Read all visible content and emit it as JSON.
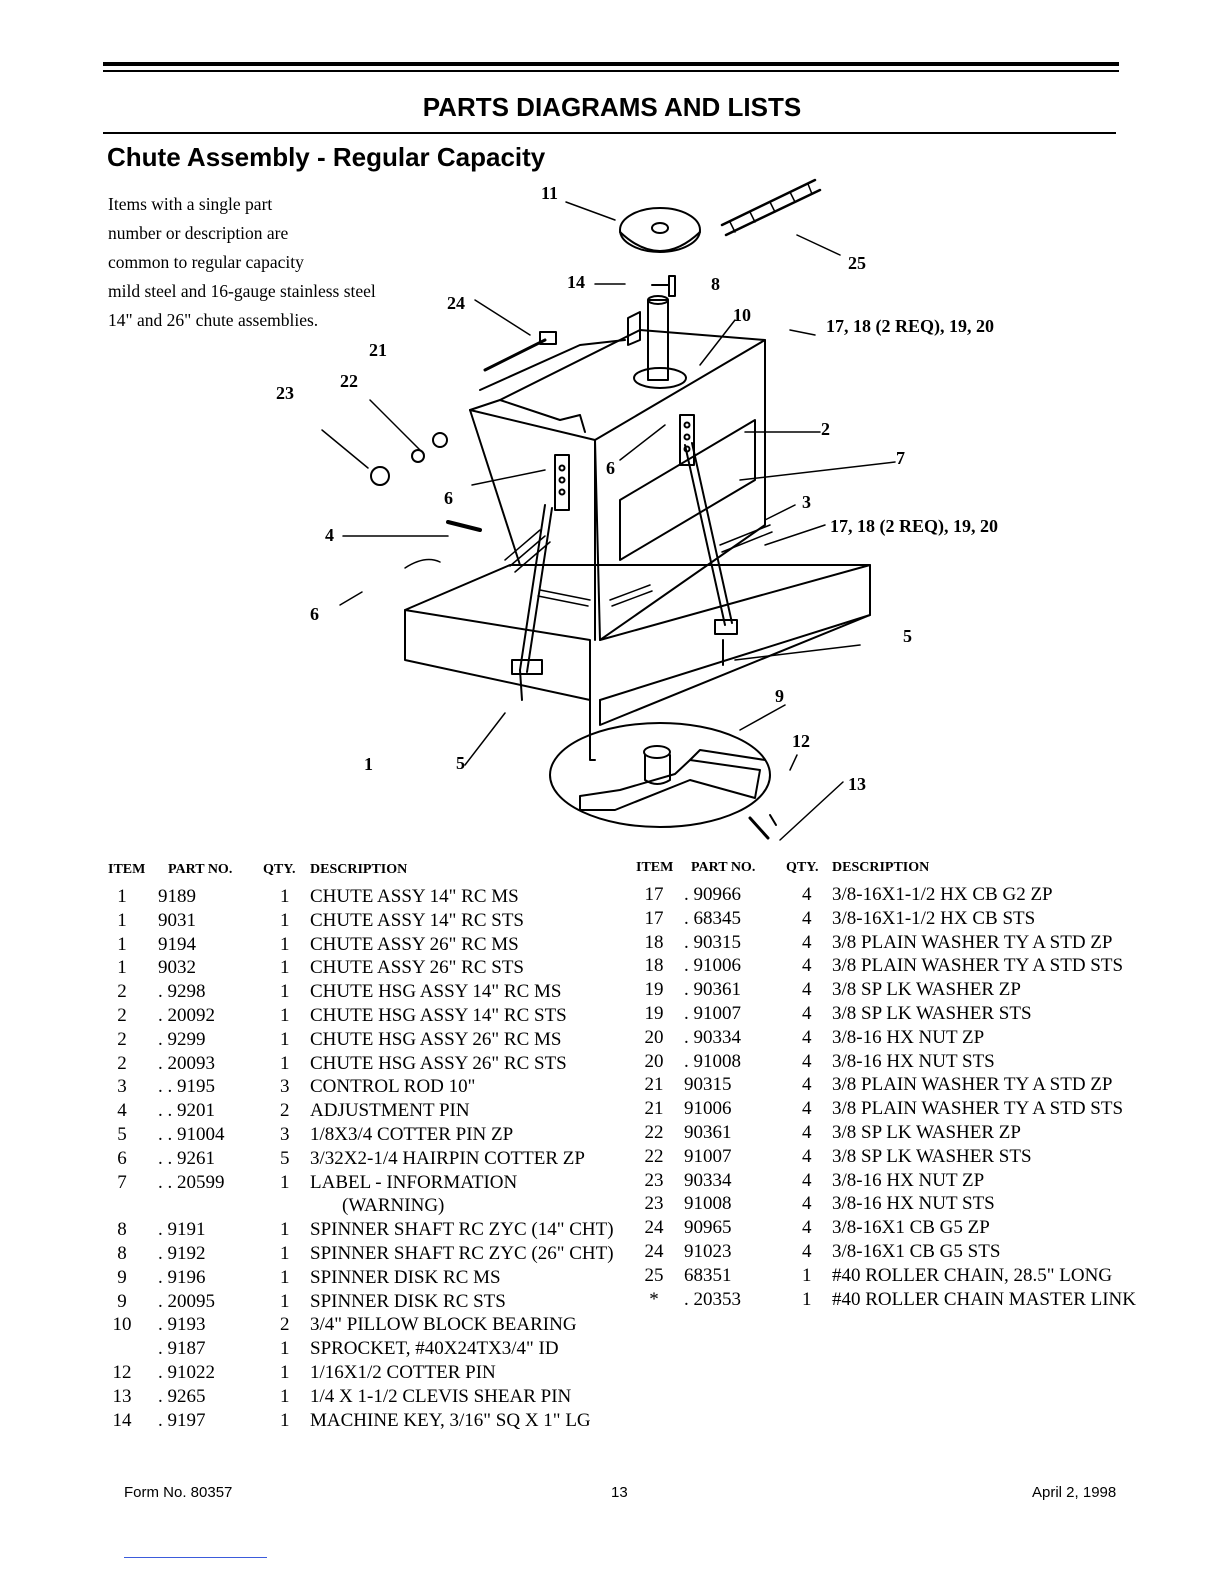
{
  "page_title": "PARTS DIAGRAMS AND LISTS",
  "section_title": "Chute Assembly - Regular Capacity",
  "intro_lines": [
    "Items with a single part",
    "number or description are",
    "common to regular capacity",
    "mild steel and 16-gauge stainless steel",
    "14\" and 26\" chute assemblies."
  ],
  "callouts": {
    "c11": "11",
    "c25": "25",
    "c14": "14",
    "c8": "8",
    "c24": "24",
    "c10": "10",
    "c17a": "17, 18 (2 REQ), 19,  20",
    "c21": "21",
    "c22": "22",
    "c23": "23",
    "c2": "2",
    "c7": "7",
    "c6a": "6",
    "c6b": "6",
    "c3": "3",
    "c17b": "17, 18 (2 REQ), 19,  20",
    "c4": "4",
    "c6c": "6",
    "c5a": "5",
    "c9": "9",
    "c12": "12",
    "c13": "13",
    "c1": "1",
    "c5b": "5"
  },
  "table_headers": {
    "item": "ITEM",
    "part_no": "PART NO.",
    "qty": "QTY.",
    "description": "DESCRIPTION"
  },
  "left_rows": [
    {
      "item": "1",
      "part": "9189",
      "qty": "1",
      "desc": "CHUTE ASSY 14\" RC MS"
    },
    {
      "item": "1",
      "part": "9031",
      "qty": "1",
      "desc": "CHUTE ASSY 14\" RC STS"
    },
    {
      "item": "1",
      "part": "9194",
      "qty": "1",
      "desc": "CHUTE ASSY 26\" RC MS"
    },
    {
      "item": "1",
      "part": "9032",
      "qty": "1",
      "desc": "CHUTE ASSY 26\" RC STS"
    },
    {
      "item": "2",
      "part": ". 9298",
      "qty": "1",
      "desc": "CHUTE HSG ASSY 14\" RC MS"
    },
    {
      "item": "2",
      "part": ". 20092",
      "qty": "1",
      "desc": "CHUTE HSG ASSY 14\" RC STS"
    },
    {
      "item": "2",
      "part": ". 9299",
      "qty": "1",
      "desc": "CHUTE HSG ASSY 26\" RC MS"
    },
    {
      "item": "2",
      "part": ". 20093",
      "qty": "1",
      "desc": "CHUTE HSG ASSY 26\" RC STS"
    },
    {
      "item": "3",
      "part": ". . 9195",
      "qty": "3",
      "desc": "CONTROL ROD 10\""
    },
    {
      "item": "4",
      "part": ". . 9201",
      "qty": "2",
      "desc": "ADJUSTMENT PIN"
    },
    {
      "item": "5",
      "part": ". . 91004",
      "qty": "3",
      "desc": "1/8X3/4 COTTER PIN ZP"
    },
    {
      "item": "6",
      "part": ". . 9261",
      "qty": "5",
      "desc": "3/32X2-1/4 HAIRPIN COTTER ZP"
    },
    {
      "item": "7",
      "part": ". . 20599",
      "qty": "1",
      "desc": "LABEL - INFORMATION"
    },
    {
      "item": "",
      "part": "",
      "qty": "",
      "desc": "(WARNING)",
      "indent": true
    },
    {
      "item": "8",
      "part": ". 9191",
      "qty": "1",
      "desc": "SPINNER SHAFT RC ZYC (14\" CHT)"
    },
    {
      "item": "8",
      "part": ". 9192",
      "qty": "1",
      "desc": "SPINNER SHAFT RC ZYC (26\" CHT)"
    },
    {
      "item": "9",
      "part": ". 9196",
      "qty": "1",
      "desc": "SPINNER DISK RC MS"
    },
    {
      "item": "9",
      "part": ". 20095",
      "qty": "1",
      "desc": "SPINNER DISK RC STS"
    },
    {
      "item": "10",
      "part": ". 9193",
      "qty": "2",
      "desc": "3/4\" PILLOW BLOCK BEARING"
    },
    {
      "item": "",
      "part": ". 9187",
      "qty": "1",
      "desc": "SPROCKET, #40X24TX3/4\" ID"
    },
    {
      "item": "12",
      "part": ". 91022",
      "qty": "1",
      "desc": "1/16X1/2 COTTER PIN"
    },
    {
      "item": "13",
      "part": ". 9265",
      "qty": "1",
      "desc": "1/4 X 1-1/2 CLEVIS SHEAR PIN"
    },
    {
      "item": "14",
      "part": ". 9197",
      "qty": "1",
      "desc": "MACHINE KEY,  3/16\" SQ X 1\" LG"
    }
  ],
  "right_rows": [
    {
      "item": "17",
      "part": ". 90966",
      "qty": "4",
      "desc": "3/8-16X1-1/2 HX CB G2 ZP"
    },
    {
      "item": "17",
      "part": ". 68345",
      "qty": "4",
      "desc": "3/8-16X1-1/2 HX CB STS"
    },
    {
      "item": "18",
      "part": ". 90315",
      "qty": "4",
      "desc": "3/8 PLAIN WASHER TY A STD ZP"
    },
    {
      "item": "18",
      "part": ". 91006",
      "qty": "4",
      "desc": "3/8 PLAIN WASHER TY A STD STS"
    },
    {
      "item": "19",
      "part": ". 90361",
      "qty": "4",
      "desc": "3/8 SP LK WASHER ZP"
    },
    {
      "item": "19",
      "part": ". 91007",
      "qty": "4",
      "desc": "3/8 SP LK WASHER STS"
    },
    {
      "item": "20",
      "part": ". 90334",
      "qty": "4",
      "desc": "3/8-16 HX NUT ZP"
    },
    {
      "item": "20",
      "part": ". 91008",
      "qty": "4",
      "desc": "3/8-16 HX NUT STS"
    },
    {
      "item": "21",
      "part": "90315",
      "qty": "4",
      "desc": "3/8 PLAIN WASHER TY A STD ZP"
    },
    {
      "item": "21",
      "part": "91006",
      "qty": "4",
      "desc": "3/8 PLAIN WASHER TY A STD STS"
    },
    {
      "item": "22",
      "part": "90361",
      "qty": "4",
      "desc": "3/8 SP LK WASHER ZP"
    },
    {
      "item": "22",
      "part": "91007",
      "qty": "4",
      "desc": "3/8 SP LK WASHER STS"
    },
    {
      "item": "23",
      "part": "90334",
      "qty": "4",
      "desc": "3/8-16 HX NUT ZP"
    },
    {
      "item": "23",
      "part": "91008",
      "qty": "4",
      "desc": "3/8-16 HX NUT STS"
    },
    {
      "item": "24",
      "part": "90965",
      "qty": "4",
      "desc": "3/8-16X1 CB G5 ZP"
    },
    {
      "item": "24",
      "part": "91023",
      "qty": "4",
      "desc": "3/8-16X1 CB G5 STS"
    },
    {
      "item": "25",
      "part": "68351",
      "qty": "1",
      "desc": "#40 ROLLER CHAIN, 28.5\" LONG"
    },
    {
      "item": "*",
      "part": ". 20353",
      "qty": "1",
      "desc": "#40 ROLLER CHAIN MASTER LINK"
    }
  ],
  "footer": {
    "form_no": "Form No. 80357",
    "page": "13",
    "date": "April 2, 1998"
  }
}
